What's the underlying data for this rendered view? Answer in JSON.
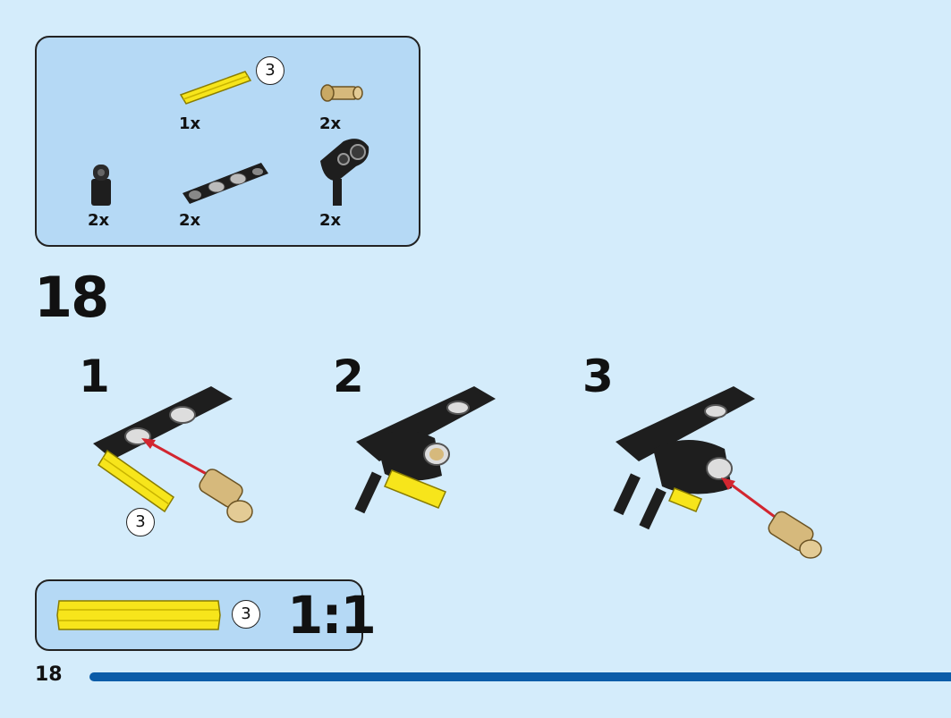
{
  "parts_list": {
    "items": [
      {
        "part": "axle-yellow",
        "quantity": "1x",
        "length": "3"
      },
      {
        "part": "pin-tan",
        "quantity": "2x"
      },
      {
        "part": "connector-black-small",
        "quantity": "2x"
      },
      {
        "part": "beam-black-3",
        "quantity": "2x"
      },
      {
        "part": "connector-black-angled",
        "quantity": "2x"
      }
    ]
  },
  "step": {
    "number": "18",
    "substeps": [
      {
        "number": "1",
        "callout": "3"
      },
      {
        "number": "2"
      },
      {
        "number": "3"
      }
    ]
  },
  "scale_reference": {
    "length": "3",
    "scale": "1:1"
  },
  "footer": {
    "page_number": "18",
    "progress": 1.0
  },
  "colors": {
    "background": "#d4ecfb",
    "box": "#b5d9f5",
    "axle": "#f7e51b",
    "pin": "#d6b97c",
    "element": "#1e1e1e",
    "arrow": "#d22630",
    "progress": "#0b5ca8"
  }
}
